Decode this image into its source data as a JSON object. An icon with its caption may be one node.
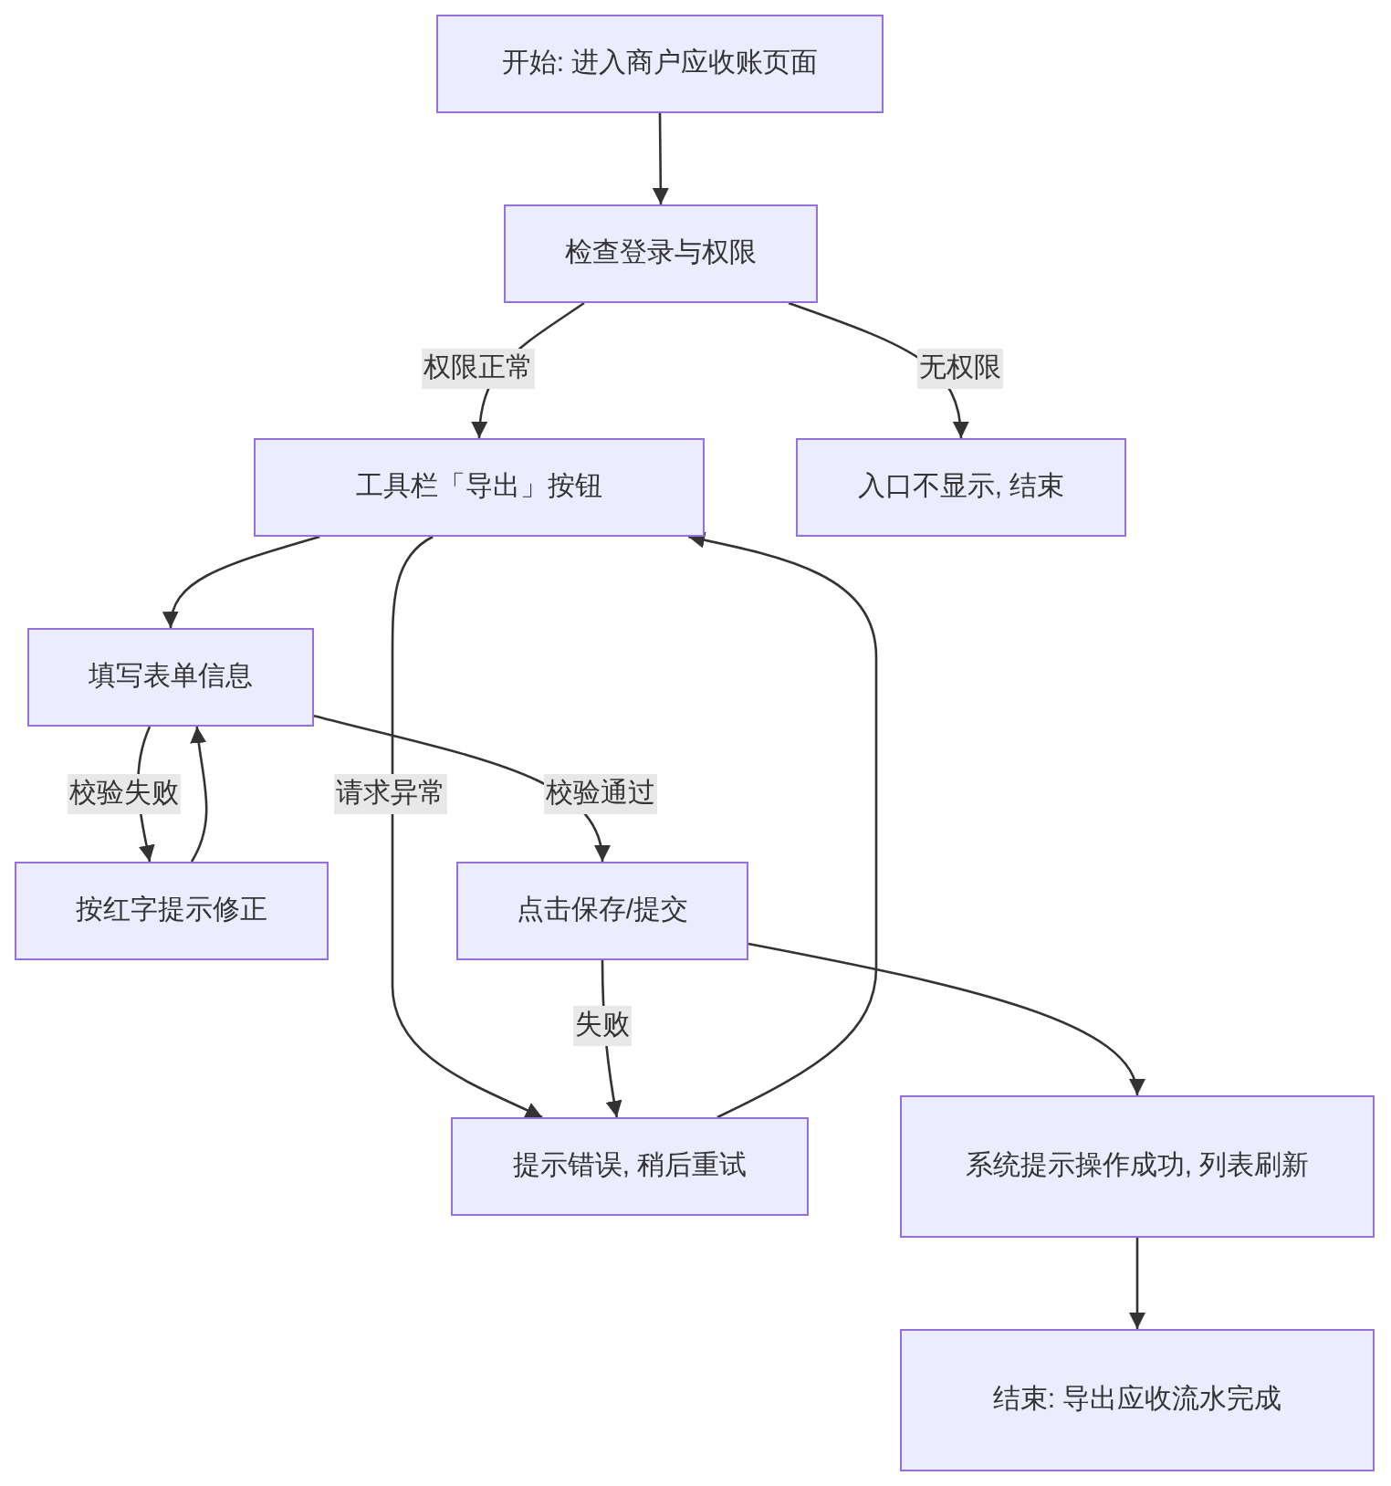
{
  "diagram": {
    "nodes": [
      {
        "text": [
          "开始: 进入商户应收账页面"
        ]
      },
      {
        "text": [
          "检查登录与权限"
        ]
      },
      {
        "text": [
          "工具栏「导出」按钮"
        ]
      },
      {
        "text": [
          "入口不显示, 结束"
        ]
      },
      {
        "text": [
          "填写表单信息"
        ]
      },
      {
        "text": [
          "按红字提示修正"
        ]
      },
      {
        "text": [
          "点击保存/提交"
        ]
      },
      {
        "text": [
          "提示错误, 稍后重试"
        ]
      },
      {
        "text": [
          "系统提示操作成功, 列表刷新"
        ]
      },
      {
        "text": [
          "结束: 导出应收流水完成"
        ]
      }
    ],
    "edges": [
      {
        "from": 0,
        "to": 1,
        "arrow": "to"
      },
      {
        "from": 1,
        "to": 2,
        "arrow": "to",
        "label": "权限正常"
      },
      {
        "from": 1,
        "to": 3,
        "arrow": "to",
        "label": "无权限"
      },
      {
        "from": 2,
        "to": 4,
        "arrow": "to"
      },
      {
        "from": 4,
        "to": 5,
        "arrow": "to",
        "label": "校验失败"
      },
      {
        "from": 5,
        "to": 4,
        "arrow": "to"
      },
      {
        "from": 4,
        "to": 6,
        "arrow": "to",
        "label": "校验通过"
      },
      {
        "from": 2,
        "to": 7,
        "arrow": "to",
        "label": "请求异常"
      },
      {
        "from": 6,
        "to": 7,
        "arrow": "to",
        "label": "失败"
      },
      {
        "from": 7,
        "to": 2,
        "arrow": "to"
      },
      {
        "from": 6,
        "to": 8,
        "arrow": "to"
      },
      {
        "from": 8,
        "to": 9,
        "arrow": "to"
      }
    ]
  }
}
